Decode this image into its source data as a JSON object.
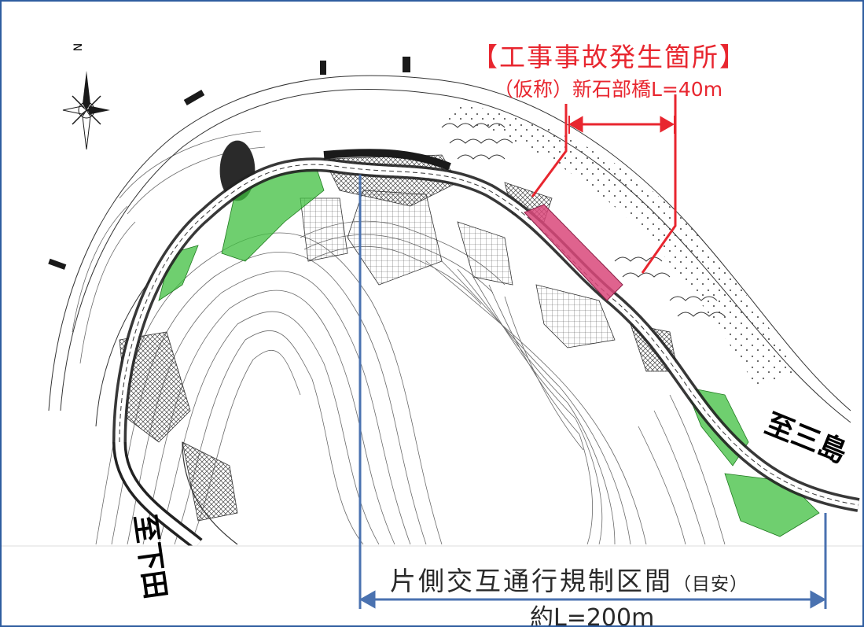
{
  "accident_title": "【工事事故発生箇所】",
  "bridge_label": "（仮称）新石部橋L=40m",
  "regulation_label": "片側交互通行規制区間",
  "regulation_note": "（目安）",
  "regulation_length": "約L=200m",
  "destination_east": "至三島",
  "destination_west": "至下田",
  "north_label": "N",
  "colors": {
    "frame": "#2f5da0",
    "accident": "#e8262f",
    "dimension": "#4a72b0",
    "slope_green": "#3fbf3f",
    "bridge_section": "#d9487a"
  }
}
